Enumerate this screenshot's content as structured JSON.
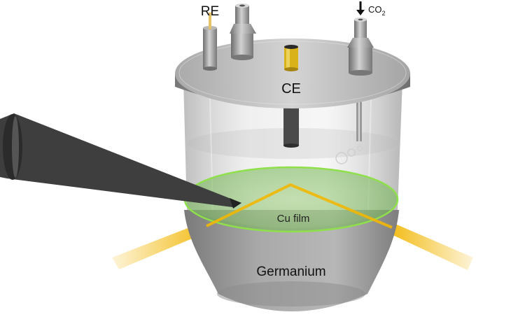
{
  "labels": {
    "re": "RE",
    "co2_main": "CO",
    "co2_sub": "2",
    "ce": "CE",
    "cu_film": "Cu film",
    "germanium": "Germanium"
  },
  "colors": {
    "beam": "#f2b705",
    "film": "#7fd34a",
    "ce_electrode": "#d9b21a",
    "steel": "#8f8f8f"
  }
}
